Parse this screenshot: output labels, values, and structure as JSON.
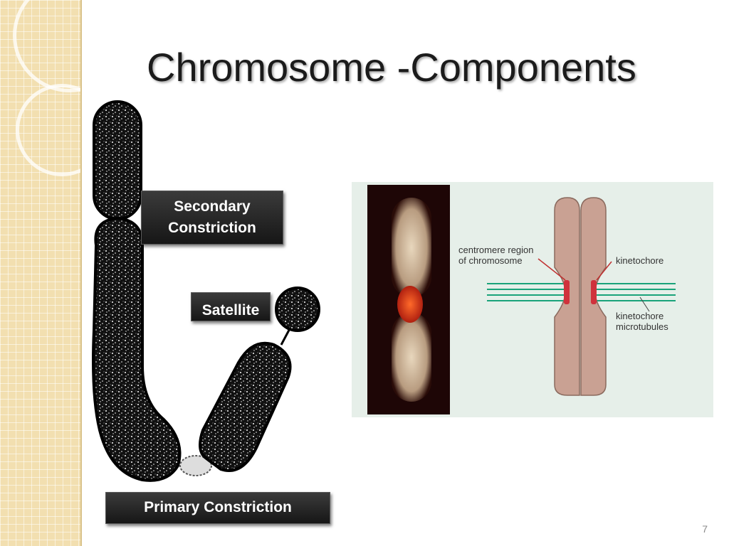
{
  "slide": {
    "title": "Chromosome -Components",
    "page_number": "7"
  },
  "labels": {
    "secondary_constriction": "Secondary Constriction",
    "satellite": "Satellite",
    "primary_constriction": "Primary Constriction"
  },
  "diagram": {
    "centromere_region": "centromere region of chromosome",
    "kinetochore": "kinetochore",
    "kinetochore_microtubules": "kinetochore microtubules"
  },
  "colors": {
    "background_strip": "#f2dfb0",
    "label_box": "#1f1f1f",
    "chromatid": "#c9a193",
    "microtubule": "#1aa37a",
    "kinetochore": "#d0323c"
  }
}
